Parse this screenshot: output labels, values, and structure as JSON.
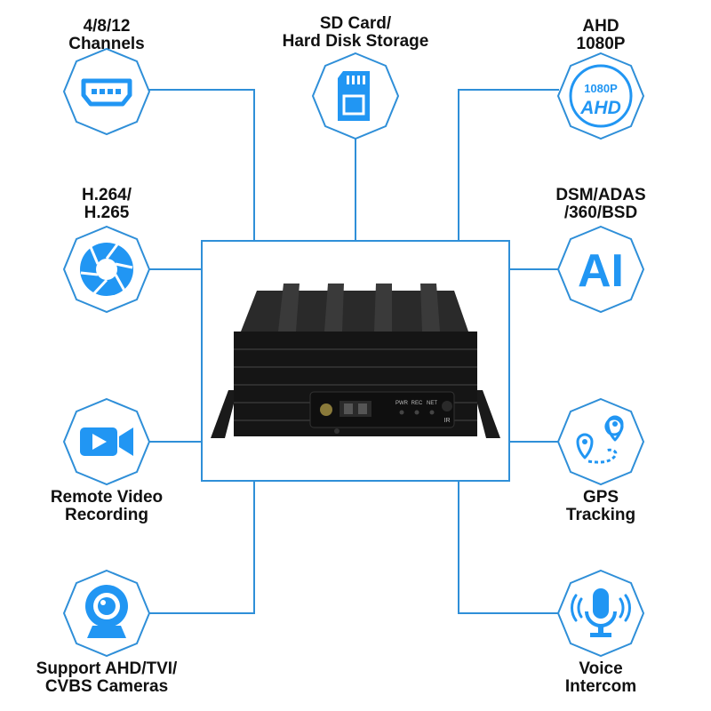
{
  "colors": {
    "accent": "#1e88e5",
    "icon_fill": "#2196f3",
    "outline": "#2f8fd8",
    "device_body": "#141414",
    "label_text": "#111111"
  },
  "features": {
    "channels": {
      "line1": "4/8/12",
      "line2": "Channels",
      "icon": "hdmi-port-icon"
    },
    "storage": {
      "line1": "SD Card/",
      "line2": "Hard Disk Storage",
      "icon": "sd-card-icon"
    },
    "ahd": {
      "line1": "AHD",
      "line2": "1080P",
      "icon": "ahd-1080p-icon",
      "badge_top": "1080P",
      "badge_bottom": "AHD"
    },
    "codec": {
      "line1": "H.264/",
      "line2": "H.265",
      "icon": "aperture-icon"
    },
    "ai": {
      "line1": "DSM/ADAS",
      "line2": "/360/BSD",
      "icon": "ai-icon",
      "badge": "AI"
    },
    "recording": {
      "line1": "Remote Video",
      "line2": "Recording",
      "icon": "video-camera-icon"
    },
    "gps": {
      "line1": "GPS",
      "line2": "Tracking",
      "icon": "gps-route-icon"
    },
    "cameras": {
      "line1": "Support AHD/TVI/",
      "line2": "CVBS Cameras",
      "icon": "webcam-icon"
    },
    "voice": {
      "line1": "Voice",
      "line2": "Intercom",
      "icon": "microphone-icon"
    }
  },
  "device": {
    "leds": [
      "PWR",
      "REC",
      "NET"
    ],
    "ir_label": "IR"
  }
}
